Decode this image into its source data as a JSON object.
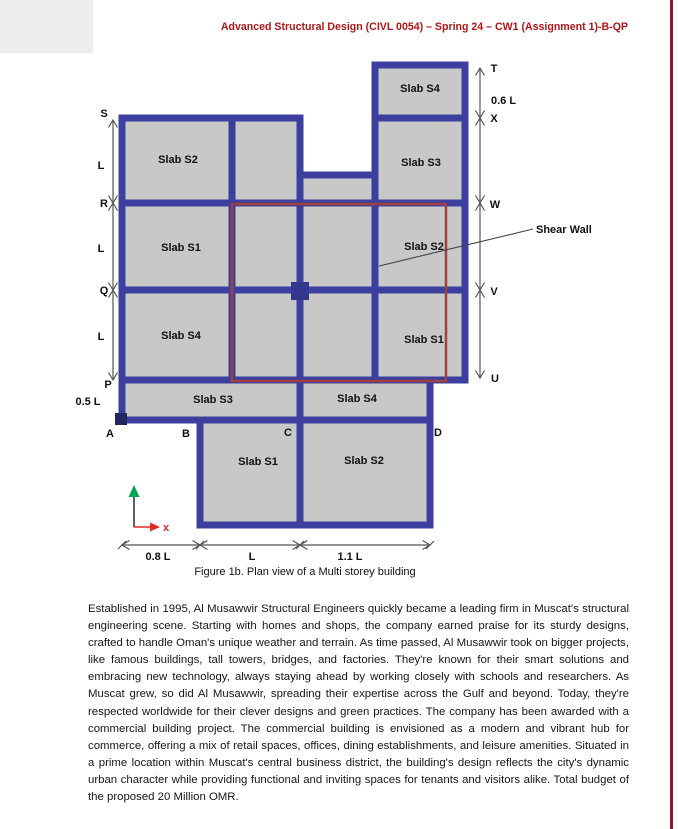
{
  "colors": {
    "beam_blue": "#3c3f9d",
    "slab_gray": "#c8c8c8",
    "shear_wall_red": "#9e4140",
    "header_red": "#b01616",
    "edge_stripe_red": "#8c1c24",
    "axis_green": "#00a651",
    "axis_red": "#e02b20"
  },
  "header": {
    "title": "Advanced Structural Design (CIVL 0054) – Spring 24 – CW1 (Assignment 1)-B-QP"
  },
  "figure": {
    "caption": "Figure 1b. Plan view of a Multi storey building",
    "slabs": {
      "top": "Slab S4",
      "r1c1": "Slab S2",
      "r1c4": "Slab S3",
      "r2c1": "Slab S1",
      "r2c4": "Slab S2",
      "r3c1": "Slab S4",
      "r3c4": "Slab S1",
      "r4_left": "Slab S3",
      "r4_right": "Slab S4",
      "r5_left": "Slab S1",
      "r5_right": "Slab S2"
    },
    "grid": {
      "left": [
        "S",
        "R",
        "Q",
        "P"
      ],
      "right": [
        "T",
        "X",
        "W",
        "V",
        "U"
      ],
      "bottom": [
        "A",
        "B",
        "C",
        "D"
      ]
    },
    "dims": {
      "left": [
        "L",
        "L",
        "L"
      ],
      "left_bottom": "0.5 L",
      "right_top": "0.6 L",
      "bottom": [
        "0.8 L",
        "L",
        "1.1 L"
      ]
    },
    "annotations": {
      "shear_wall": "Shear Wall",
      "axis_x": "x"
    }
  },
  "body": {
    "paragraph": "Established in 1995, Al Musawwir Structural Engineers quickly became a leading firm in Muscat's structural engineering scene. Starting with homes and shops, the company earned praise for its sturdy designs, crafted to handle Oman's unique weather and terrain. As time passed, Al Musawwir took on bigger projects, like famous buildings, tall towers, bridges, and factories. They're known for their smart solutions and embracing new technology, always staying ahead by working closely with schools and researchers. As Muscat grew, so did Al Musawwir, spreading their expertise across the Gulf and beyond. Today, they're respected worldwide for their clever designs and green practices. The company has been awarded with a commercial building project. The commercial building is envisioned as a modern and vibrant hub for commerce, offering a mix of retail spaces, offices, dining establishments, and leisure amenities. Situated in a prime location within Muscat's central business district, the building's design reflects the city's dynamic urban character while providing functional and inviting spaces for tenants and visitors alike. Total budget of the proposed 20 Million OMR."
  }
}
